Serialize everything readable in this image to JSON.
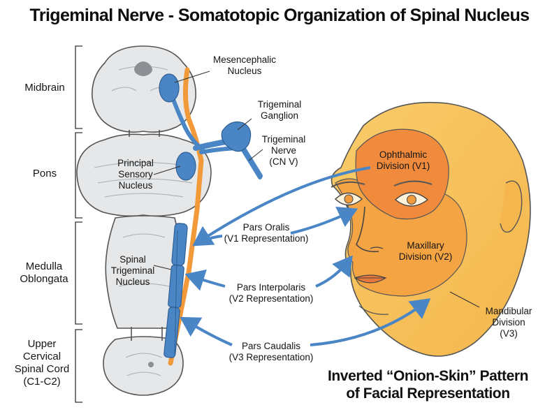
{
  "title": "Trigeminal Nerve - Somatotopic Organization of Spinal Nucleus",
  "regions": {
    "midbrain": "Midbrain",
    "pons": "Pons",
    "medulla": [
      "Medulla",
      "Oblongata"
    ],
    "cervical": [
      "Upper",
      "Cervical",
      "Spinal Cord",
      "(C1-C2)"
    ]
  },
  "nuclei": {
    "mesencephalic": [
      "Mesencephalic",
      "Nucleus"
    ],
    "ganglion": [
      "Trigeminal",
      "Ganglion"
    ],
    "nerve": [
      "Trigeminal",
      "Nerve",
      "(CN V)"
    ],
    "principal": [
      "Principal",
      "Sensory",
      "Nucleus"
    ],
    "spinal": [
      "Spinal",
      "Trigeminal",
      "Nucleus"
    ]
  },
  "parts": {
    "oralis": [
      "Pars Oralis",
      "(V1 Representation)"
    ],
    "interpolaris": [
      "Pars Interpolaris",
      "(V2 Representation)"
    ],
    "caudalis": [
      "Pars Caudalis",
      "(V3 Representation)"
    ]
  },
  "divisions": {
    "ophthalmic": [
      "Ophthalmic",
      "Division (V1)"
    ],
    "maxillary": [
      "Maxillary",
      "Division (V2)"
    ],
    "mandibular": [
      "Mandibular",
      "Division",
      "(V3)"
    ]
  },
  "pattern": [
    "Inverted “Onion-Skin” Pattern",
    "of Facial Representation"
  ],
  "colors": {
    "nerve_blue": "#4a86c5",
    "pathway_orange": "#f2993a",
    "brainstem_gray": "#e4e6e8",
    "face_v3": "#f7c15a",
    "face_v2": "#f5a443",
    "face_v1": "#f08a3c",
    "arrow_blue": "#4a86c5"
  }
}
